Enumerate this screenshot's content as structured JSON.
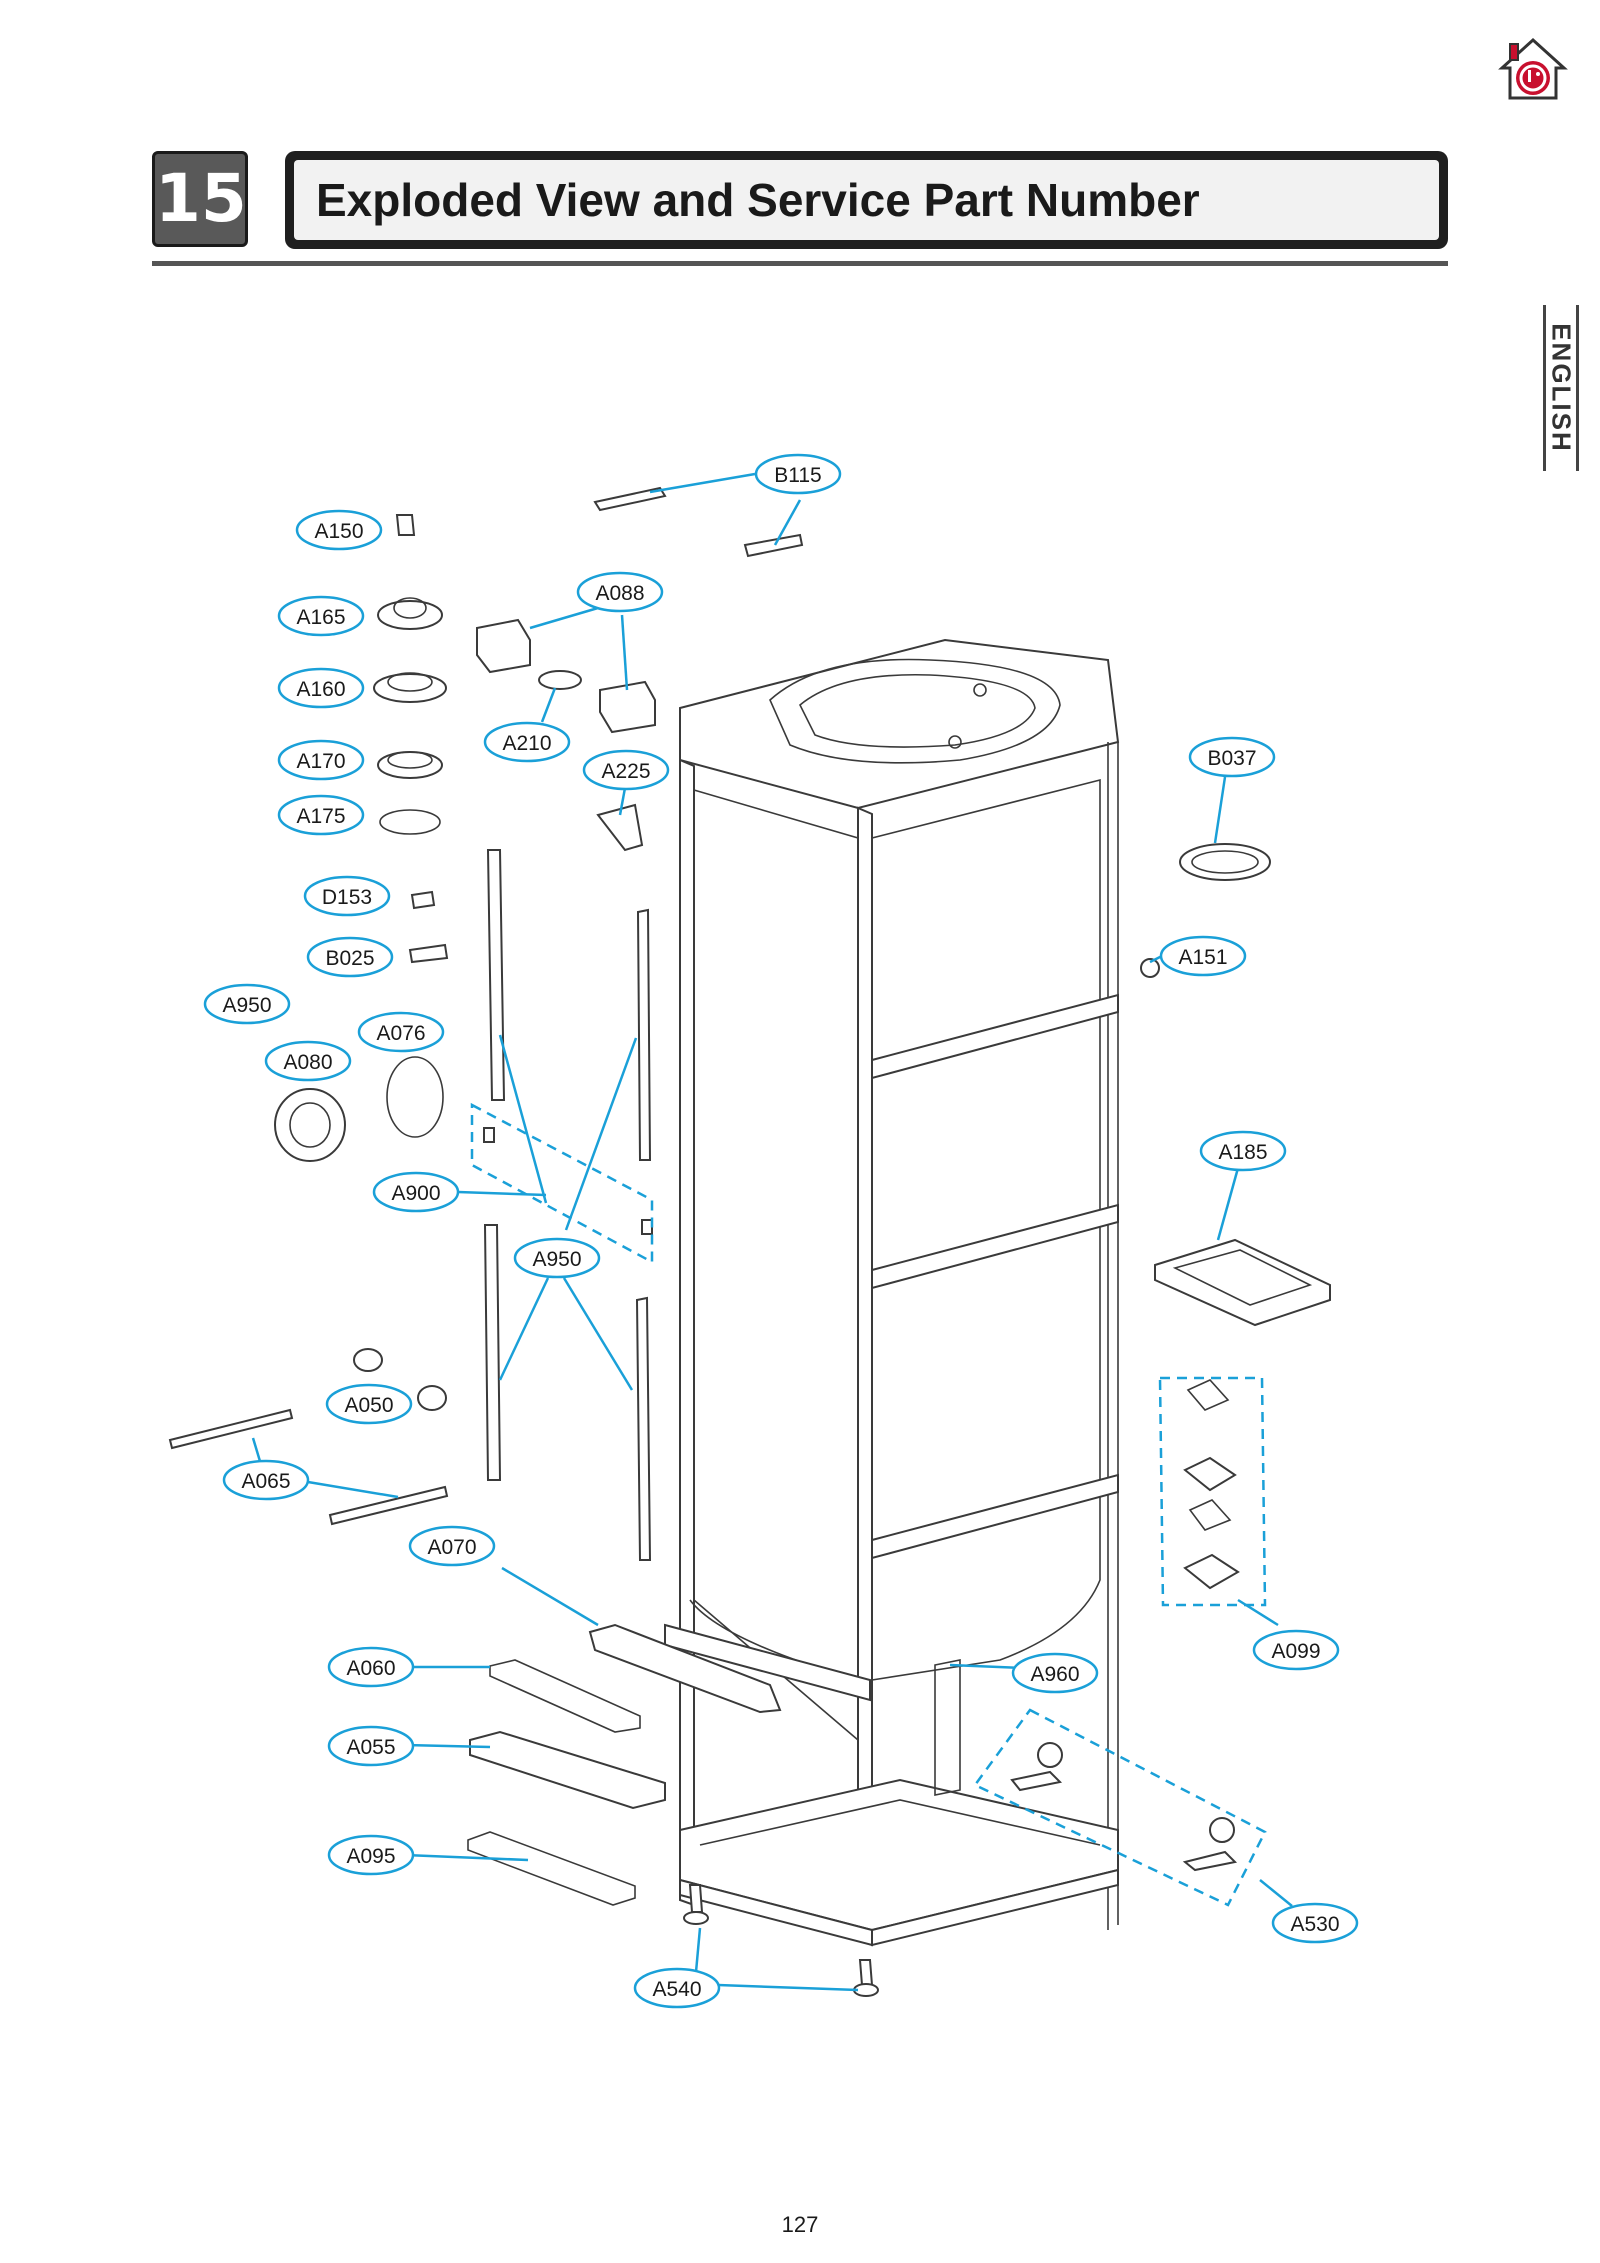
{
  "header": {
    "chapter_number": "15",
    "title": "Exploded View and Service Part Number",
    "language_tab": "ENGLISH"
  },
  "brand": {
    "logo": "lg-home-logo-icon",
    "color": "#c8102e"
  },
  "colors": {
    "callout": "#1aa0d8",
    "line_art": "#3a3a3a"
  },
  "callouts": [
    "B115",
    "A150",
    "A088",
    "A165",
    "A160",
    "A210",
    "A225",
    "A170",
    "B037",
    "A175",
    "D153",
    "B025",
    "A151",
    "A950",
    "A076",
    "A080",
    "A185",
    "A900",
    "A950",
    "A050",
    "A065",
    "A070",
    "A099",
    "A960",
    "A060",
    "A055",
    "A095",
    "A530",
    "A540"
  ],
  "page_number": "127"
}
